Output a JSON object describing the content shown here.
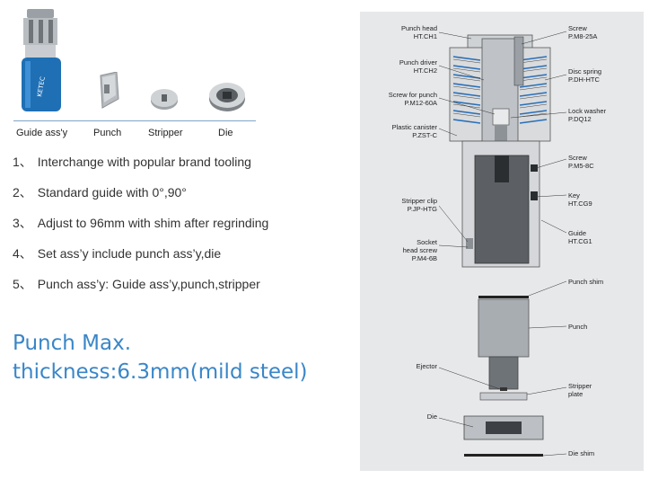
{
  "parts": [
    {
      "label": "Guide ass'y",
      "icon": "guide-assembly-icon"
    },
    {
      "label": "Punch",
      "icon": "punch-icon"
    },
    {
      "label": "Stripper",
      "icon": "stripper-icon"
    },
    {
      "label": "Die",
      "icon": "die-icon"
    }
  ],
  "guide_brand": "KETEC",
  "features": [
    {
      "num": "1、",
      "text": "Interchange with popular brand tooling"
    },
    {
      "num": "2、",
      "text": "Standard guide with 0°,90°"
    },
    {
      "num": "3、",
      "text": "Adjust to 96mm with shim after regrinding"
    },
    {
      "num": "4、",
      "text": "Set ass’y include punch ass’y,die"
    },
    {
      "num": "5、",
      "text": "Punch ass’y: Guide ass’y,punch,stripper"
    }
  ],
  "spec": {
    "line1": "Punch Max.",
    "line2": "thickness:6.3mm(mild steel)"
  },
  "callouts": {
    "punch_head": {
      "name": "Punch head",
      "code": "HT.CH1"
    },
    "punch_driver": {
      "name": "Punch driver",
      "code": "HT.CH2"
    },
    "screw_punch": {
      "name": "Screw for punch",
      "code": "P.M12-60A"
    },
    "plastic_canister": {
      "name": "Plastic canister",
      "code": "P.ZST-C"
    },
    "stripper_clip": {
      "name": "Stripper clip",
      "code": "P.JP-HTG"
    },
    "socket_screw": {
      "name1": "Socket",
      "name2": "head screw",
      "code": "P.M4-6B"
    },
    "screw_top": {
      "name": "Screw",
      "code": "P.M8-25A"
    },
    "disc_spring": {
      "name": "Disc spring",
      "code": "P.DH-HTC"
    },
    "lock_washer": {
      "name": "Lock washer",
      "code": "P.DQ12"
    },
    "screw_mid": {
      "name": "Screw",
      "code": "P.M5-8C"
    },
    "key": {
      "name": "Key",
      "code": "HT.CG9"
    },
    "guide": {
      "name": "Guide",
      "code": "HT.CG1"
    },
    "punch_shim": {
      "name": "Punch shim"
    },
    "punch": {
      "name": "Punch"
    },
    "ejector": {
      "name": "Ejector"
    },
    "stripper_plate": {
      "name1": "Stripper",
      "name2": "plate"
    },
    "die": {
      "name": "Die"
    },
    "die_shim": {
      "name": "Die shim"
    }
  },
  "colors": {
    "accent": "#3a86c8",
    "guide_blue": "#1f6fb5",
    "steel": "#6b6e72",
    "panel": "#e7e8ea"
  }
}
